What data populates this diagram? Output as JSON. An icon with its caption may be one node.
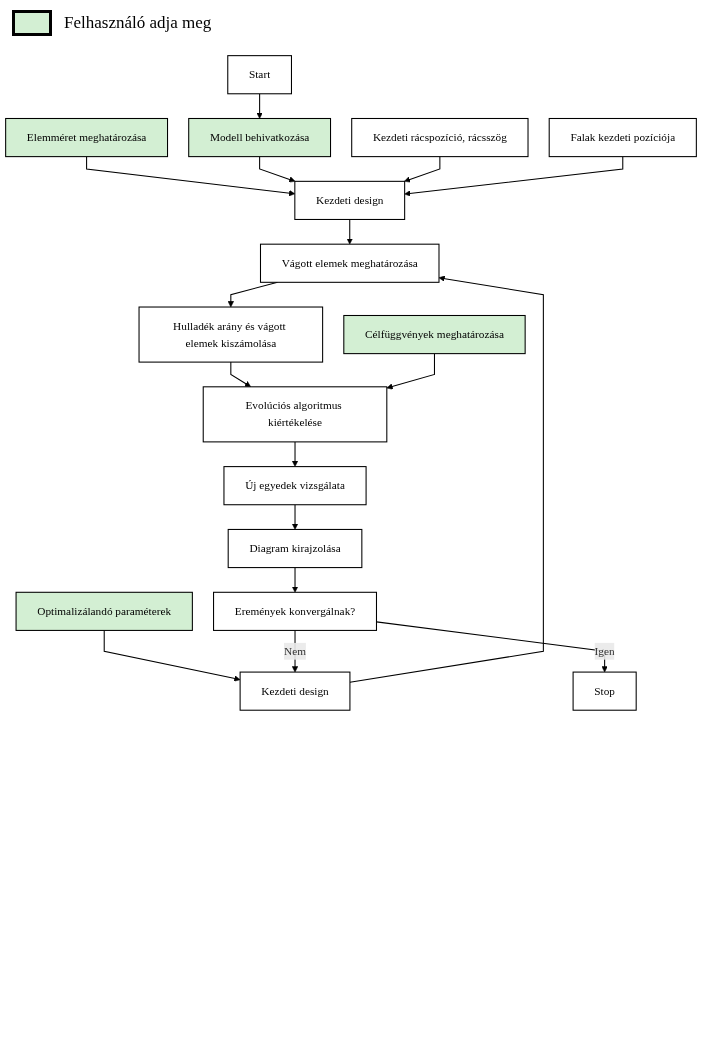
{
  "diagram": {
    "nodes": [
      {
        "text": [
          "Start"
        ]
      },
      {
        "text": [
          "Elemméret meghatározása"
        ]
      },
      {
        "text": [
          "Modell behivatkozása"
        ]
      },
      {
        "text": [
          "Optimalizálandó paraméterek"
        ]
      },
      {
        "text": [
          "Kezdeti rácspozíció, rácsszög"
        ]
      },
      {
        "text": [
          "Kezdeti design"
        ]
      },
      {
        "text": [
          "Falak kezdeti pozíciója"
        ]
      },
      {
        "text": [
          "Vágott elemek meghatározása"
        ]
      },
      {
        "text": [
          "Kezdeti design"
        ]
      },
      {
        "text": [
          "Hulladék arány és vágott elemek kiszámolása"
        ]
      },
      {
        "text": [
          "Célfüggvények meghatározása"
        ]
      },
      {
        "text": [
          "Evolúciós algoritmus kiértékelése"
        ]
      },
      {
        "text": [
          "Új egyedek vizsgálata"
        ]
      },
      {
        "text": [
          "Diagram kirajzolása"
        ]
      },
      {
        "text": [
          "Eremények konvergálnak?"
        ]
      },
      {
        "text": [
          "Stop"
        ]
      }
    ],
    "edges": [
      {
        "from": 0,
        "to": 2,
        "arrow": "to"
      },
      {
        "from": 1,
        "to": 5,
        "arrow": "to"
      },
      {
        "from": 2,
        "to": 5,
        "arrow": "to"
      },
      {
        "from": 4,
        "to": 5,
        "arrow": "to"
      },
      {
        "from": 6,
        "to": 5,
        "arrow": "to"
      },
      {
        "from": 3,
        "to": 8,
        "arrow": "to"
      },
      {
        "from": 5,
        "to": 7,
        "arrow": "to"
      },
      {
        "from": 8,
        "to": 7,
        "arrow": "to"
      },
      {
        "from": 7,
        "to": 9,
        "arrow": "to"
      },
      {
        "from": 9,
        "to": 11,
        "arrow": "to"
      },
      {
        "from": 10,
        "to": 11,
        "arrow": "to"
      },
      {
        "from": 11,
        "to": 12,
        "arrow": "to"
      },
      {
        "from": 12,
        "to": 13,
        "arrow": "to"
      },
      {
        "from": 13,
        "to": 14,
        "arrow": "to"
      },
      {
        "from": 14,
        "to": 8,
        "arrow": "to",
        "label": "Nem"
      },
      {
        "from": 14,
        "to": 15,
        "arrow": "to",
        "label": "Igen"
      }
    ],
    "legend": [
      {
        "text": "Felhasználó adja meg",
        "color": "#d3efd3"
      }
    ]
  }
}
